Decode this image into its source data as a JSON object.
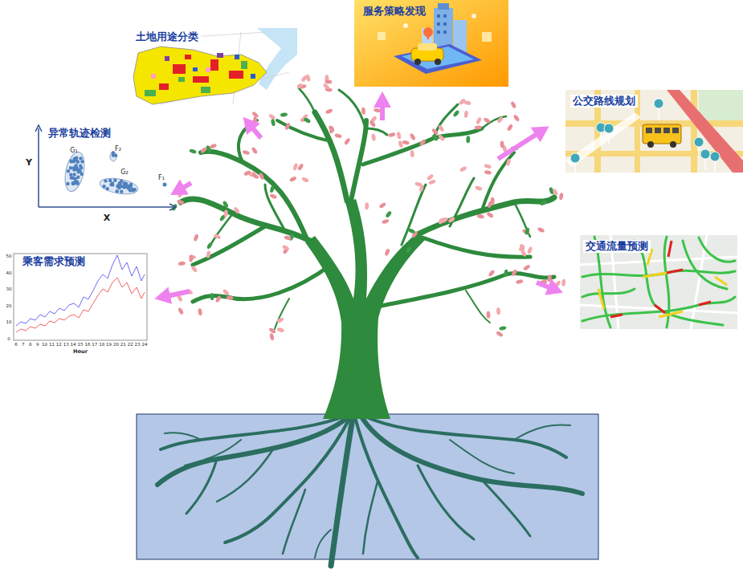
{
  "diagram": {
    "nodes": [
      {
        "text": [
          "服务策略发现"
        ]
      },
      {
        "text": [
          "土地用途分类"
        ]
      },
      {
        "text": [
          "公交路线规划"
        ]
      },
      {
        "text": [
          "异常轨迹检测"
        ]
      },
      {
        "text": [
          "交通流量预测"
        ]
      },
      {
        "text": [
          "乘客需求预测"
        ]
      }
    ],
    "labels": [
      "Y",
      "X",
      "G₁",
      "F₂",
      "G₂",
      "F₁",
      "50",
      "40",
      "30",
      "20",
      "10",
      "0",
      "6",
      "7",
      "8",
      "9",
      "10",
      "11",
      "12",
      "13",
      "14",
      "15",
      "16",
      "17",
      "18",
      "19",
      "20",
      "21",
      "22",
      "23",
      "24",
      "Hour"
    ]
  }
}
